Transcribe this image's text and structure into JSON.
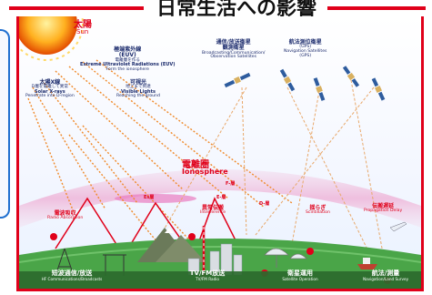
{
  "title": "日常生活への影響",
  "sun": {
    "jp": "太陽",
    "en": "Sun"
  },
  "euv": {
    "jp": "極端紫外線",
    "jp2": "(EUV)",
    "jp3": "電離層を作る",
    "en": "Extreme Ultraviolet Radiations (EUV)",
    "en2": "Form the ionosphere"
  },
  "xray": {
    "jp": "太陽X線",
    "jp2": "D層を電離して異常",
    "en": "Solar X-rays",
    "en2": "Penetrate into D-region"
  },
  "visible": {
    "jp": "可視光",
    "jp2": "地上まで到達",
    "en": "Visible Lights",
    "en2": "Reaching the ground"
  },
  "broadcast_sat": {
    "jp": "通信/放送衛星",
    "jp2": "観測衛星",
    "en": "Broadcasting/Communication/",
    "en2": "Observation Satellites"
  },
  "gps_sat": {
    "jp": "航法測位衛星",
    "jp2": "(GPS)",
    "en": "Navigation Satellites",
    "en2": "(GPS)"
  },
  "ionosphere": {
    "jp": "電離圏",
    "en": "Ionosphere"
  },
  "layers": {
    "f": "F-層",
    "e": "E-層",
    "es": "Es層",
    "d": "D-層"
  },
  "radio_absorption": {
    "jp": "電波吸収",
    "en": "Radio Absorption"
  },
  "interference": {
    "jp": "異常伝搬",
    "en": "Interference"
  },
  "scintillation": {
    "jp": "揺らぎ",
    "en": "Scintillation"
  },
  "propagation_delay": {
    "jp": "伝搬遅延",
    "en": "Propagation Delay"
  },
  "bottom": [
    {
      "jp": "短波通信/放送",
      "en": "HF Communications/Broadcasts"
    },
    {
      "jp": "TV/FM放送",
      "en": "TV/FM Radio"
    },
    {
      "jp": "衛星運用",
      "en": "Satellite Operation"
    },
    {
      "jp": "航法/測量",
      "en": "Navigation/Land Survey"
    }
  ],
  "colors": {
    "accent": "#e0001a",
    "ground": "#3f9b3a",
    "bottom_bar": "#2b6a2e"
  }
}
